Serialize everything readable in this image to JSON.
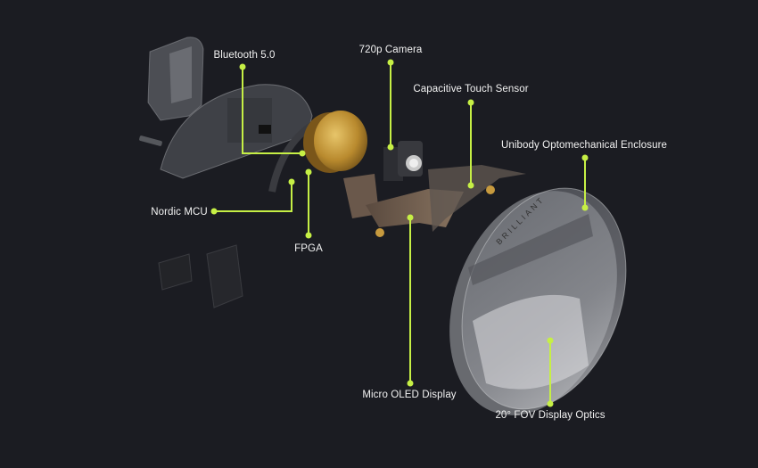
{
  "diagram": {
    "accent_color": "#c6ef45",
    "background_color": "#1b1c22",
    "engraving": "BRILLIANT",
    "callouts": [
      {
        "id": "bluetooth",
        "label": "Bluetooth 5.0"
      },
      {
        "id": "camera",
        "label": "720p Camera"
      },
      {
        "id": "touch",
        "label": "Capacitive Touch Sensor"
      },
      {
        "id": "enclosure",
        "label": "Unibody Optomechanical Enclosure"
      },
      {
        "id": "mcu",
        "label": "Nordic MCU"
      },
      {
        "id": "fpga",
        "label": "FPGA"
      },
      {
        "id": "oled",
        "label": "Micro OLED Display"
      },
      {
        "id": "optics",
        "label": "20° FOV Display Optics"
      }
    ]
  }
}
